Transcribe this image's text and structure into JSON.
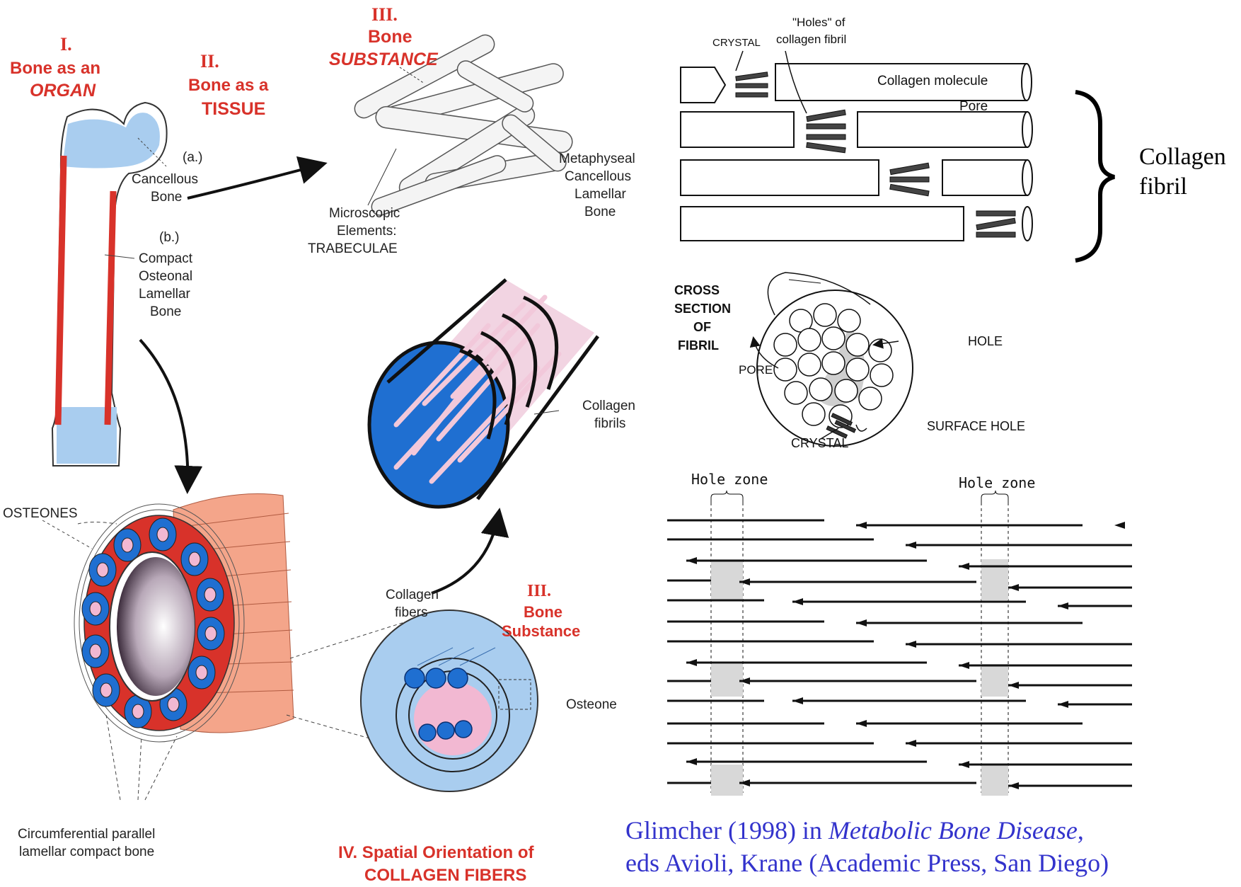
{
  "panel1": {
    "roman": "I.",
    "line1": "Bone as an",
    "line2": "ORGAN"
  },
  "panel2": {
    "roman": "II.",
    "line1": "Bone as a",
    "line2": "TISSUE"
  },
  "panel3": {
    "roman": "III.",
    "line1": "Bone",
    "line2": "SUBSTANCE"
  },
  "panel3b": {
    "roman": "III.",
    "line1": "Bone",
    "line2": "Substance"
  },
  "panel4": {
    "line1": "IV. Spatial Orientation of",
    "line2": "COLLAGEN FIBERS"
  },
  "bone_labels": {
    "a": "(a.)",
    "cancellous1": "Cancellous",
    "cancellous2": "Bone",
    "b": "(b.)",
    "compact1": "Compact",
    "compact2": "Osteonal",
    "compact3": "Lamellar",
    "compact4": "Bone"
  },
  "trab_labels": {
    "micro1": "Microscopic",
    "micro2": "Elements:",
    "micro3": "TRABECULAE",
    "meta1": "Metaphyseal",
    "meta2": "Cancellous",
    "meta3": "Lamellar",
    "meta4": "Bone"
  },
  "osteon_labels": {
    "osteones": "OSTEONES",
    "circ1": "Circumferential parallel",
    "circ2": "lamellar compact bone"
  },
  "fibril_labels": {
    "fibrils1": "Collagen",
    "fibrils2": "fibrils",
    "fibers1": "Collagen",
    "fibers2": "fibers",
    "osteone": "Osteone"
  },
  "molecule_labels": {
    "crystal": "CRYSTAL",
    "holes1": "\"Holes\" of",
    "holes2": "collagen fibril",
    "molecule": "Collagen molecule",
    "pore": "Pore"
  },
  "brace_label": {
    "line1": "Collagen",
    "line2": "fibril"
  },
  "cross_labels": {
    "title1": "CROSS",
    "title2": "SECTION",
    "title3": "OF",
    "title4": "FIBRIL",
    "hole": "HOLE",
    "pore": "PORE",
    "crystal": "CRYSTAL",
    "surface": "SURFACE HOLE"
  },
  "hole_zone": {
    "left": "Hole zone",
    "right": "Hole zone"
  },
  "citation": {
    "line1_a": "Glimcher (1998) in ",
    "line1_b": "Metabolic Bone Disease",
    "line1_c": ",",
    "line2": "eds Avioli, Krane (Academic Press, San Diego)"
  },
  "colors": {
    "red": "#d8322a",
    "blue": "#1f6fd1",
    "light_blue": "#a9cdef",
    "pink": "#f2b8d2",
    "salmon": "#f4a58a",
    "citation": "#3333cc"
  }
}
